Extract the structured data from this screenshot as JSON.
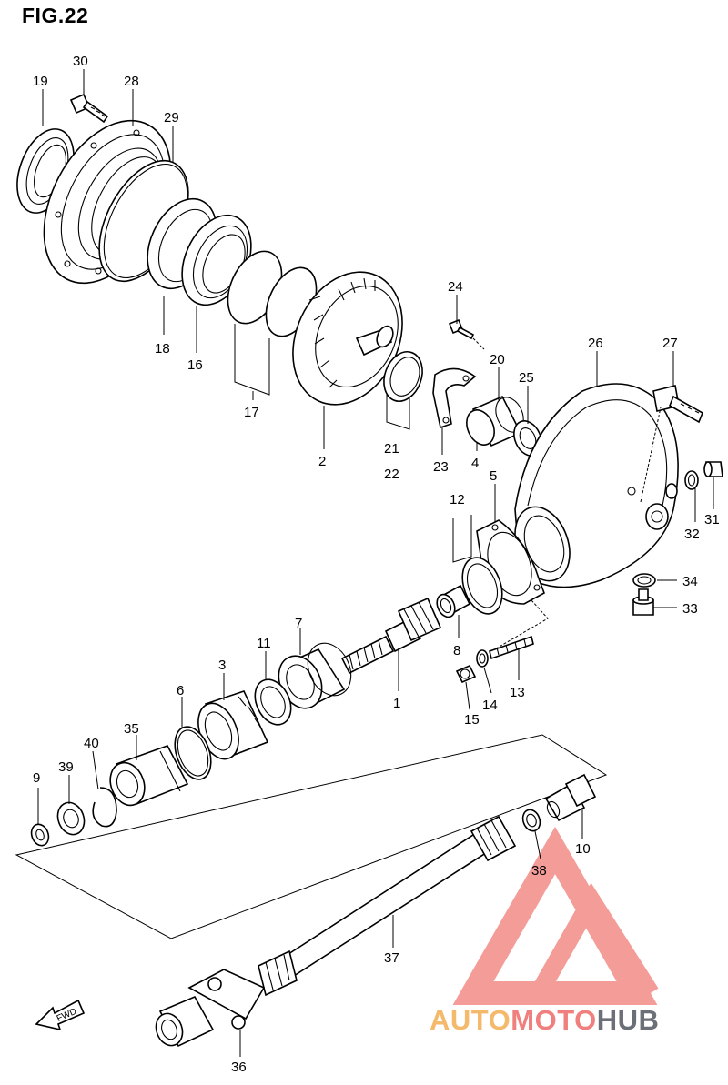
{
  "figure": {
    "title": "FIG.22"
  },
  "parts": [
    {
      "id": "30"
    },
    {
      "id": "19"
    },
    {
      "id": "28"
    },
    {
      "id": "29"
    },
    {
      "id": "18"
    },
    {
      "id": "16"
    },
    {
      "id": "17"
    },
    {
      "id": "2"
    },
    {
      "id": "24"
    },
    {
      "id": "21"
    },
    {
      "id": "21-22",
      "label": "22"
    },
    {
      "id": "23"
    },
    {
      "id": "20"
    },
    {
      "id": "25"
    },
    {
      "id": "4"
    },
    {
      "id": "26"
    },
    {
      "id": "27"
    },
    {
      "id": "31"
    },
    {
      "id": "32"
    },
    {
      "id": "5"
    },
    {
      "id": "12"
    },
    {
      "id": "34"
    },
    {
      "id": "33"
    },
    {
      "id": "7"
    },
    {
      "id": "11"
    },
    {
      "id": "3"
    },
    {
      "id": "6"
    },
    {
      "id": "1"
    },
    {
      "id": "8"
    },
    {
      "id": "13"
    },
    {
      "id": "14"
    },
    {
      "id": "15"
    },
    {
      "id": "35"
    },
    {
      "id": "40"
    },
    {
      "id": "39"
    },
    {
      "id": "9"
    },
    {
      "id": "10"
    },
    {
      "id": "38"
    },
    {
      "id": "37"
    },
    {
      "id": "36"
    }
  ],
  "fwd_label": "FWD",
  "watermark": {
    "part1": "AUTO",
    "part2": "MOTO",
    "part3": "HUB",
    "color_auto": "#f5b96b",
    "color_moto": "#f0807e",
    "color_hub": "#6b6f78"
  },
  "colors": {
    "line": "#000000",
    "background": "#ffffff",
    "logo_triangle": "#f28b87"
  }
}
